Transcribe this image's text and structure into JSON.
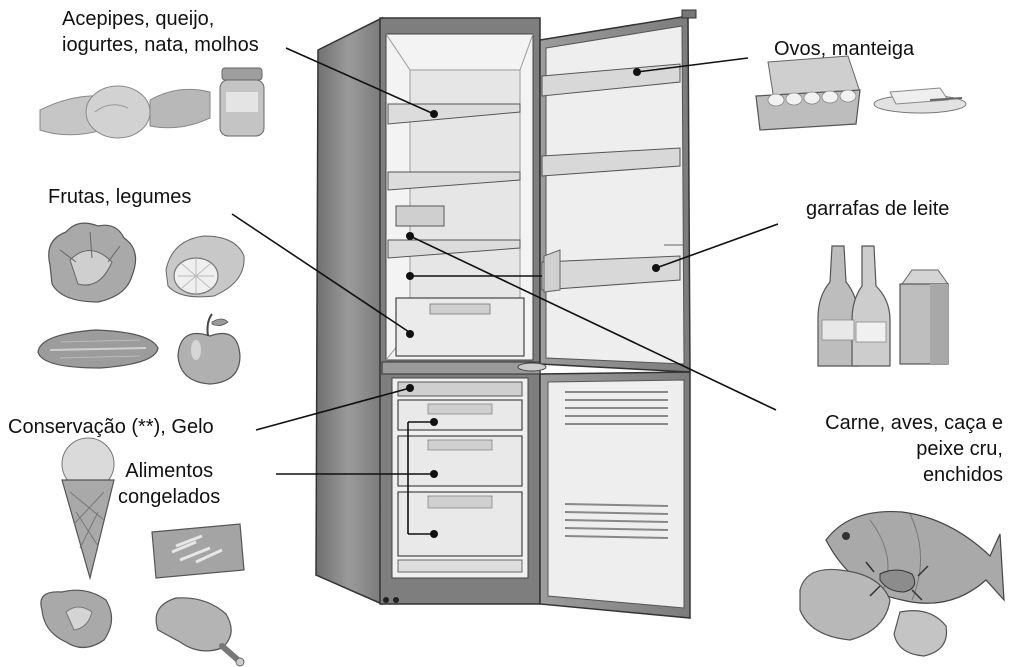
{
  "labels": {
    "dairy": [
      "Acepipes, queijo,",
      "iogurtes, nata, molhos"
    ],
    "fruits": "Frutas, legumes",
    "conservation": "Conservação (**), Gelo",
    "frozen": [
      "Alimentos",
      "congelados"
    ],
    "eggs": "Ovos, manteiga",
    "bottles": "garrafas de leite",
    "meat": [
      "Carne, aves, caça e",
      "peixe cru,",
      "enchidos"
    ]
  },
  "icons": [
    "cheese-icon",
    "jam-jar-icon",
    "lettuce-icon",
    "lemon-icon",
    "cucumber-icon",
    "apple-icon",
    "ice-cream-cone-icon",
    "fries-bag-icon",
    "steak-icon",
    "chicken-leg-icon",
    "egg-carton-icon",
    "butter-dish-icon",
    "wine-bottle-icon",
    "milk-carton-icon",
    "fish-icon",
    "lobster-icon"
  ],
  "colors": {
    "fridge_body": "#8a8a8a",
    "fridge_inner": "#f2f2f2",
    "food_gray": "#bdbdbd",
    "leader_line": "#111111"
  }
}
